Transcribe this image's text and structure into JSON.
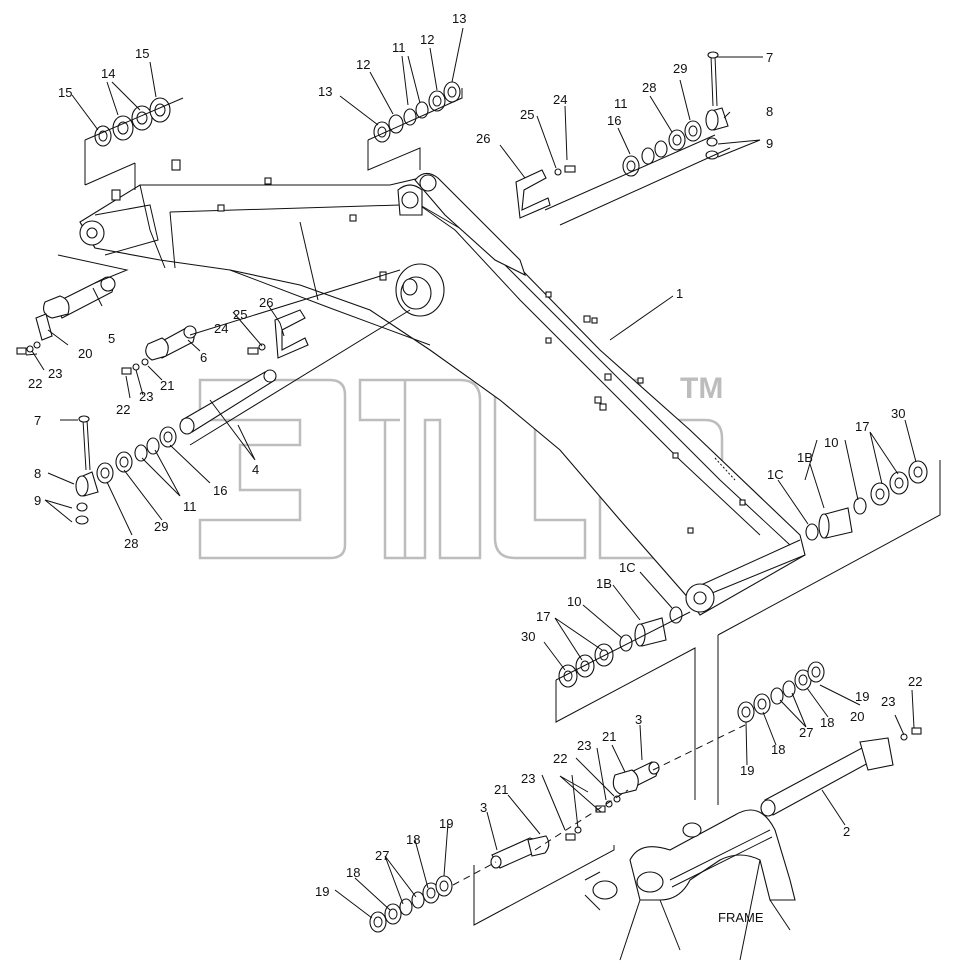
{
  "watermark": {
    "trademark": "TM"
  },
  "frame_label": "FRAME",
  "colors": {
    "line": "#111111",
    "watermark": "#bdbdbd",
    "background": "#ffffff"
  },
  "labels": {
    "boom": "1",
    "pin_base_2": "2",
    "pin_cyl_3a": "3",
    "pin_cyl_3b": "3",
    "pin_4": "4",
    "pin_5": "5",
    "pin_6": "6",
    "bolt_7a": "7",
    "bolt_7b": "7",
    "sleeve_8a": "8",
    "sleeve_8b": "8",
    "nut_9a": "9",
    "nut_9b": "9",
    "seal_10a": "10",
    "seal_10b": "10",
    "ring_11a": "11",
    "ring_11b": "11",
    "ring_11c": "11",
    "ring_12a": "12",
    "ring_12b": "12",
    "shim_13a": "13",
    "shim_13b": "13",
    "ring_14": "14",
    "shim_15a": "15",
    "shim_15b": "15",
    "ring_16a": "16",
    "ring_16b": "16",
    "shim_17a": "17",
    "shim_17b": "17",
    "ring_18a": "18",
    "ring_18b": "18",
    "ring_18c": "18",
    "shim_19a": "19",
    "shim_19b": "19",
    "shim_19c": "19",
    "shim_19d": "19",
    "plate_20a": "20",
    "plate_20b": "20",
    "washer_21a": "21",
    "washer_21b": "21",
    "washer_21c": "21",
    "bolt_22a": "22",
    "bolt_22b": "22",
    "bolt_22c": "22",
    "bolt_22d": "22",
    "washer_23a": "23",
    "washer_23b": "23",
    "washer_23c": "23",
    "washer_23d": "23",
    "bolt_24a": "24",
    "bolt_24b": "24",
    "washer_25a": "25",
    "washer_25b": "25",
    "clamp_26a": "26",
    "clamp_26b": "26",
    "ring_27a": "27",
    "ring_27b": "27",
    "shim_28a": "28",
    "shim_28b": "28",
    "shim_29a": "29",
    "shim_29b": "29",
    "shim_30a": "30",
    "shim_30b": "30",
    "bushing_1b_a": "1B",
    "bushing_1b_b": "1B",
    "ring_1c_a": "1C",
    "ring_1c_b": "1C"
  }
}
